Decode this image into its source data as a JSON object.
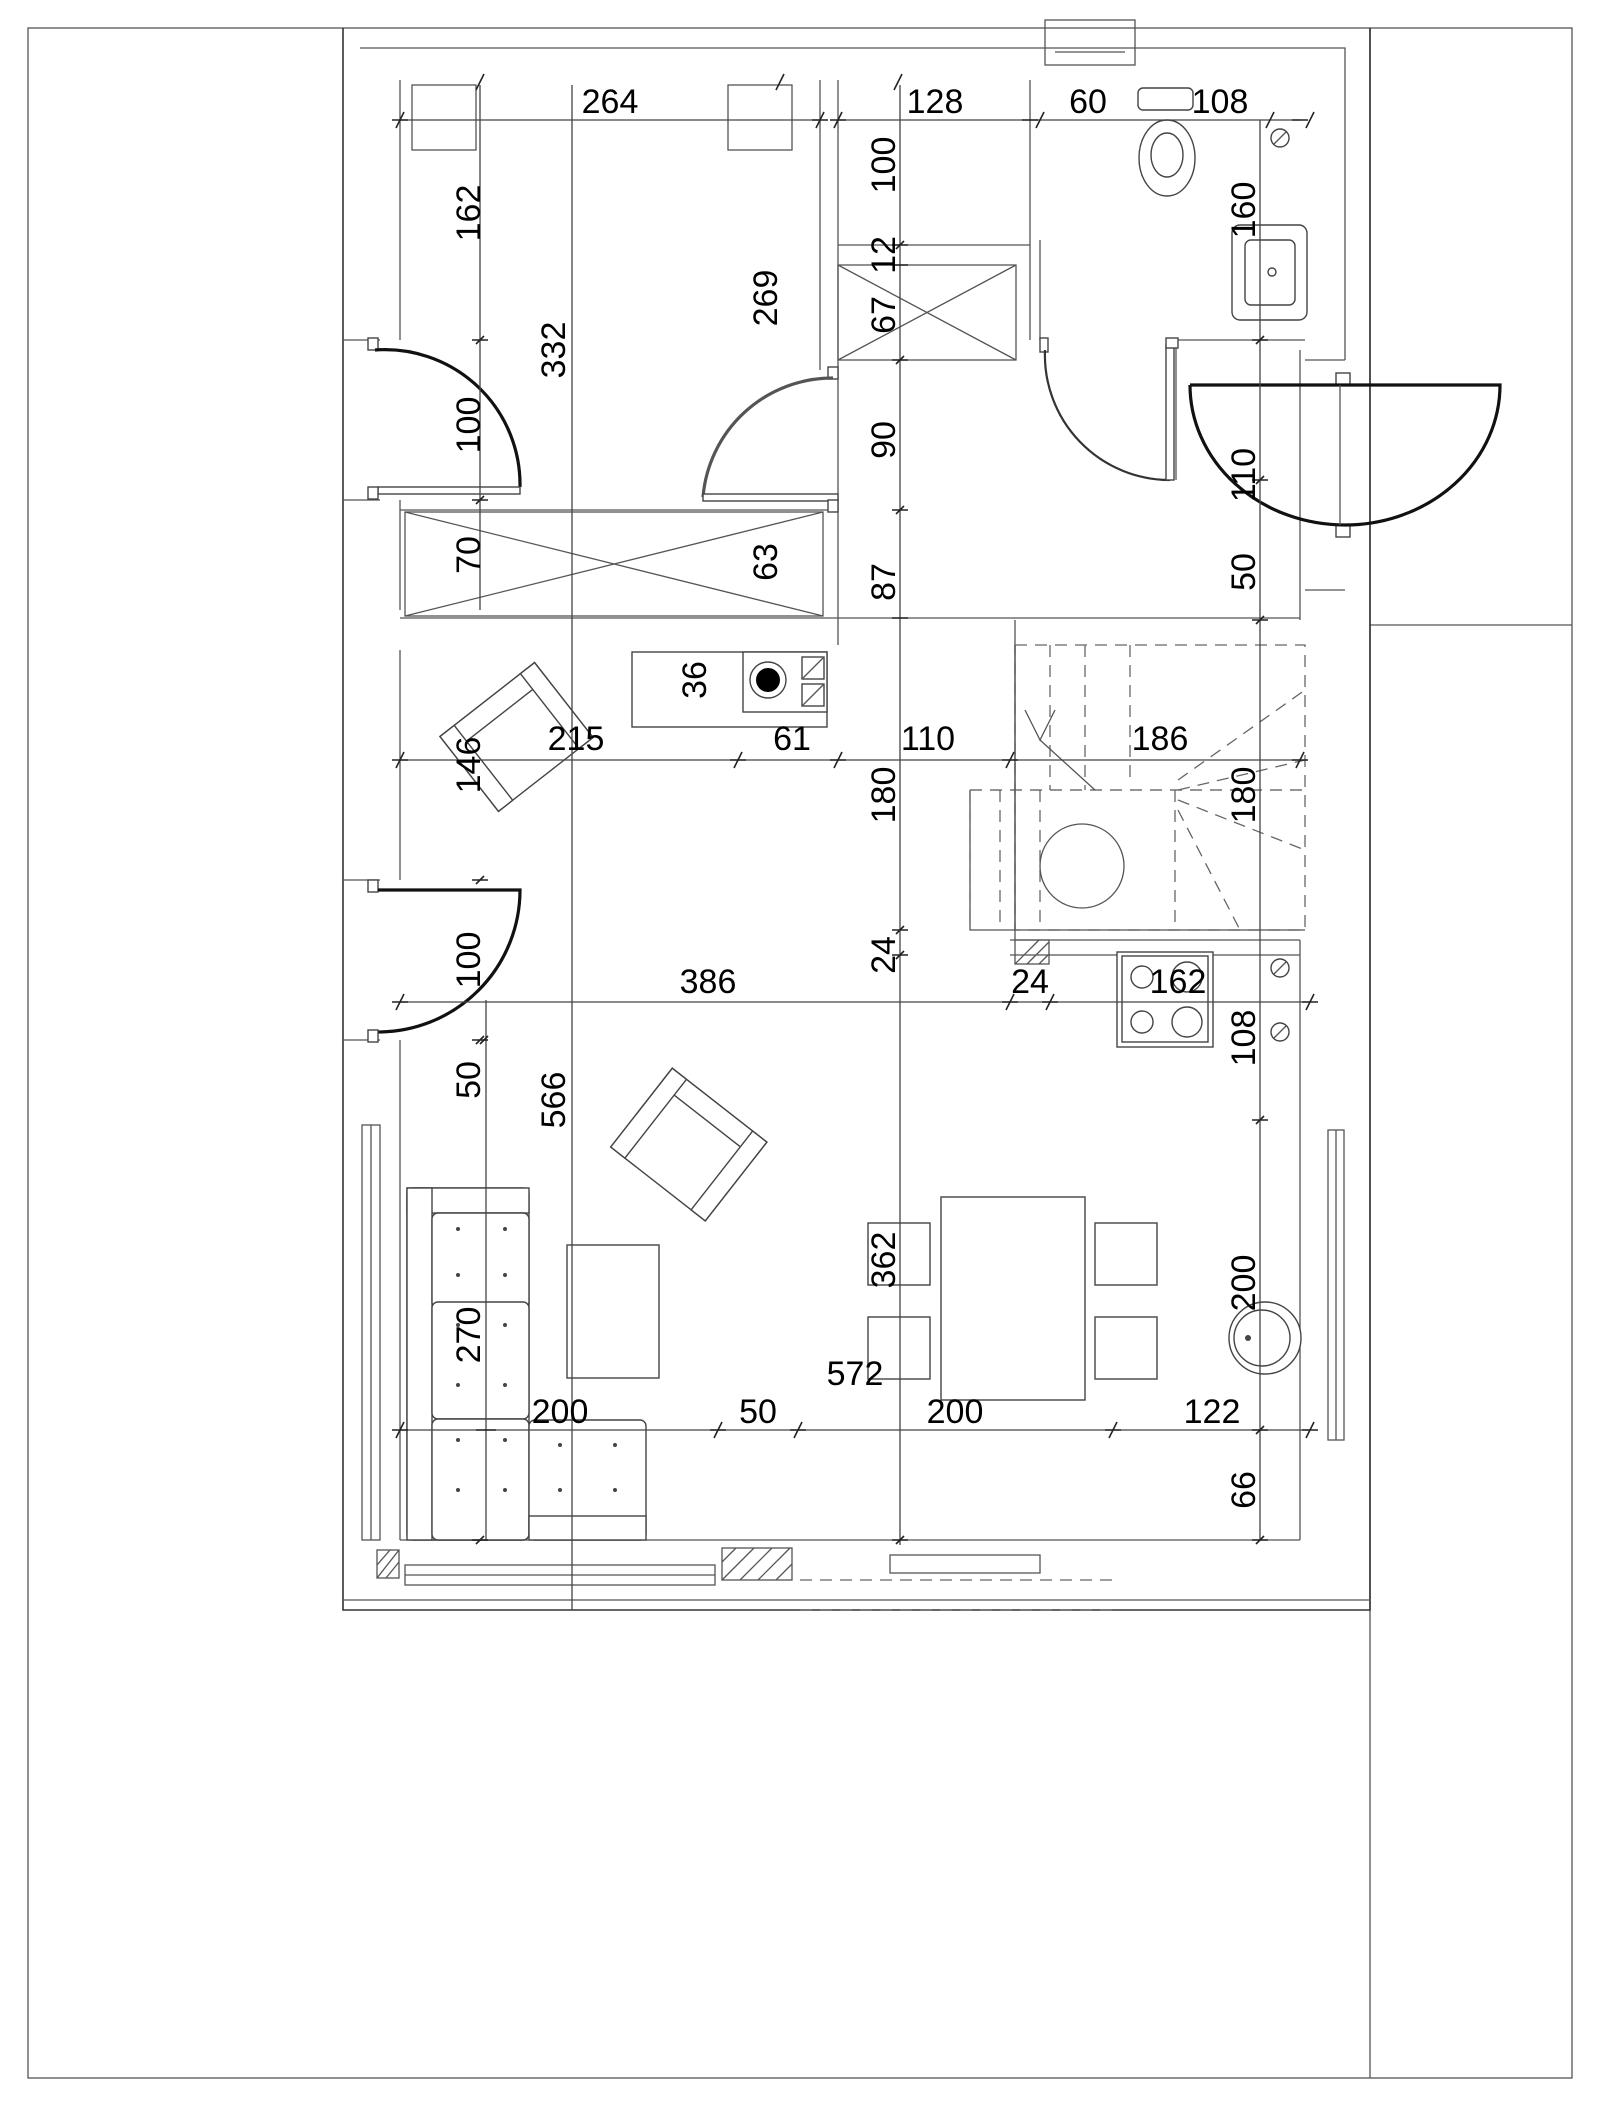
{
  "dimensions": {
    "d264": "264",
    "d128": "128",
    "d60": "60",
    "d108a": "108",
    "d162a": "162",
    "d332": "332",
    "d269": "269",
    "d100a": "100",
    "d12": "12",
    "d67": "67",
    "d160": "160",
    "d100b": "100",
    "d90": "90",
    "d110a": "110",
    "d70": "70",
    "d63": "63",
    "d87": "87",
    "d50a": "50",
    "d36": "36",
    "d215": "215",
    "d61": "61",
    "d110b": "110",
    "d186": "186",
    "d146": "146",
    "d180a": "180",
    "d180b": "180",
    "d100c": "100",
    "d24a": "24",
    "d386": "386",
    "d24b": "24",
    "d162b": "162",
    "d108b": "108",
    "d50b": "50",
    "d566": "566",
    "d362": "362",
    "d200a": "200",
    "d270": "270",
    "d572": "572",
    "d200b": "200",
    "d50c": "50",
    "d200c": "200",
    "d122": "122",
    "d66": "66"
  }
}
